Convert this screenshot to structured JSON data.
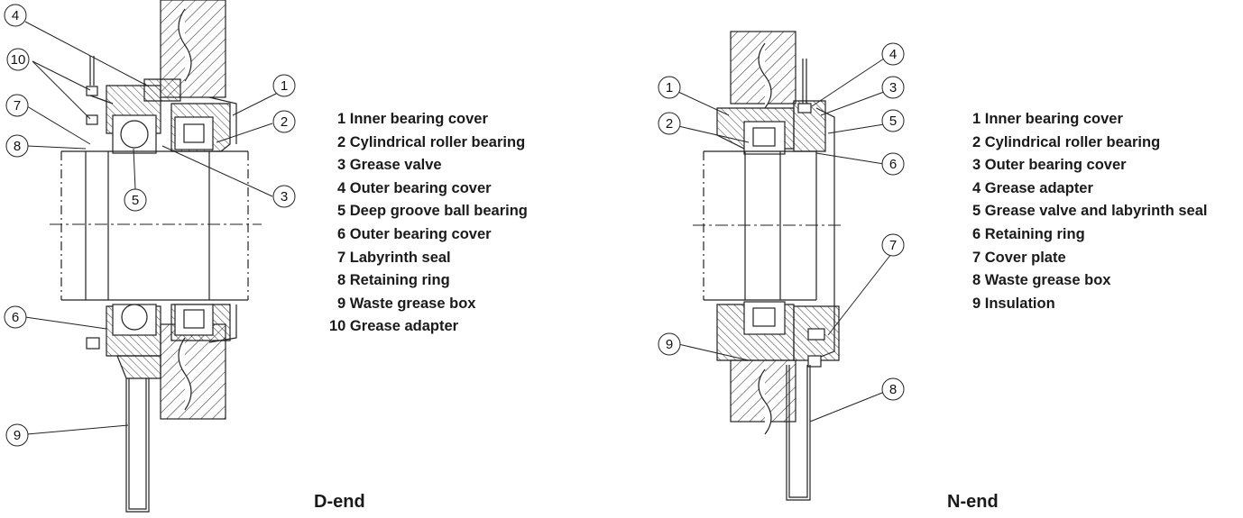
{
  "d_end": {
    "title": "D-end",
    "callouts": [
      "1",
      "2",
      "3",
      "4",
      "5",
      "6",
      "7",
      "8",
      "9",
      "10"
    ],
    "legend": [
      "1 Inner bearing cover",
      "2 Cylindrical roller bearing",
      "3 Grease valve",
      "4 Outer bearing cover",
      "5 Deep groove ball bearing",
      "6 Outer bearing cover",
      "7 Labyrinth seal",
      "8 Retaining ring",
      "9 Waste grease box",
      "10 Grease adapter"
    ]
  },
  "n_end": {
    "title": "N-end",
    "callouts": [
      "1",
      "2",
      "3",
      "4",
      "5",
      "6",
      "7",
      "8",
      "9"
    ],
    "legend": [
      "1 Inner bearing cover",
      "2 Cylindrical roller bearing",
      "3 Outer bearing cover",
      "4 Grease adapter",
      "5 Grease valve and labyrinth seal",
      "6 Retaining ring",
      "7 Cover plate",
      "8 Waste grease box",
      "9 Insulation"
    ]
  }
}
